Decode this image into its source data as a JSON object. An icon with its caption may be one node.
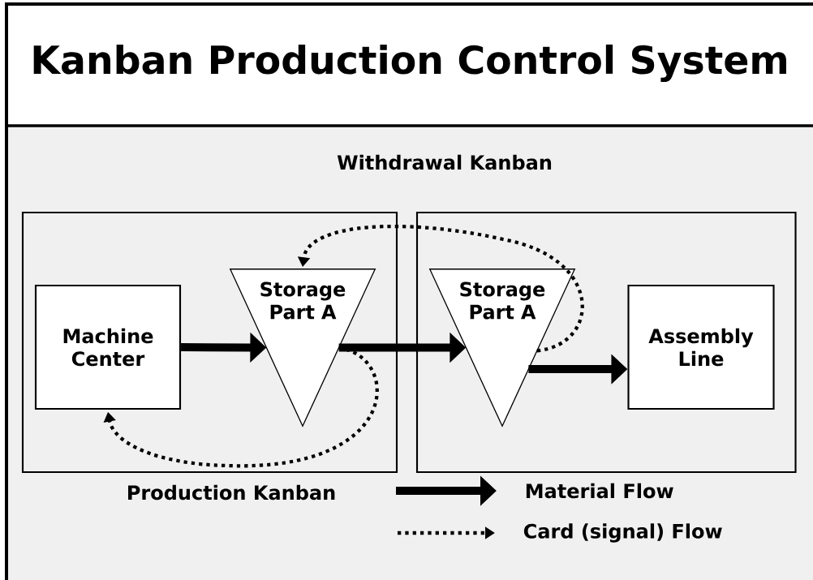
{
  "diagram": {
    "title": "Kanban Production Control System",
    "nodes": [
      {
        "text": [],
        "shape": "box"
      },
      {
        "text": [],
        "shape": "box"
      },
      {
        "text": [
          "Machine Center"
        ],
        "in": 0
      },
      {
        "text": [
          "Storage Part A"
        ],
        "in": 0
      },
      {
        "text": [
          "Storage Part A"
        ],
        "in": 1
      },
      {
        "text": [
          "Assembly Line"
        ],
        "in": 1
      }
    ],
    "edges": [
      {
        "from": 2,
        "to": 3,
        "arrow": "to"
      },
      {
        "from": 3,
        "to": 4,
        "arrow": "to"
      },
      {
        "from": 4,
        "to": 5,
        "arrow": "to"
      },
      {
        "from": 3,
        "to": 2,
        "arrow": "to",
        "style": "dashed"
      },
      {
        "from": 4,
        "to": 3,
        "arrow": "to",
        "style": "dashed"
      }
    ],
    "labels": [
      "Withdrawal Kanban",
      "Production Kanban"
    ],
    "legend": [
      {
        "text": "Material Flow"
      },
      {
        "text": "Card (signal) Flow"
      }
    ]
  }
}
